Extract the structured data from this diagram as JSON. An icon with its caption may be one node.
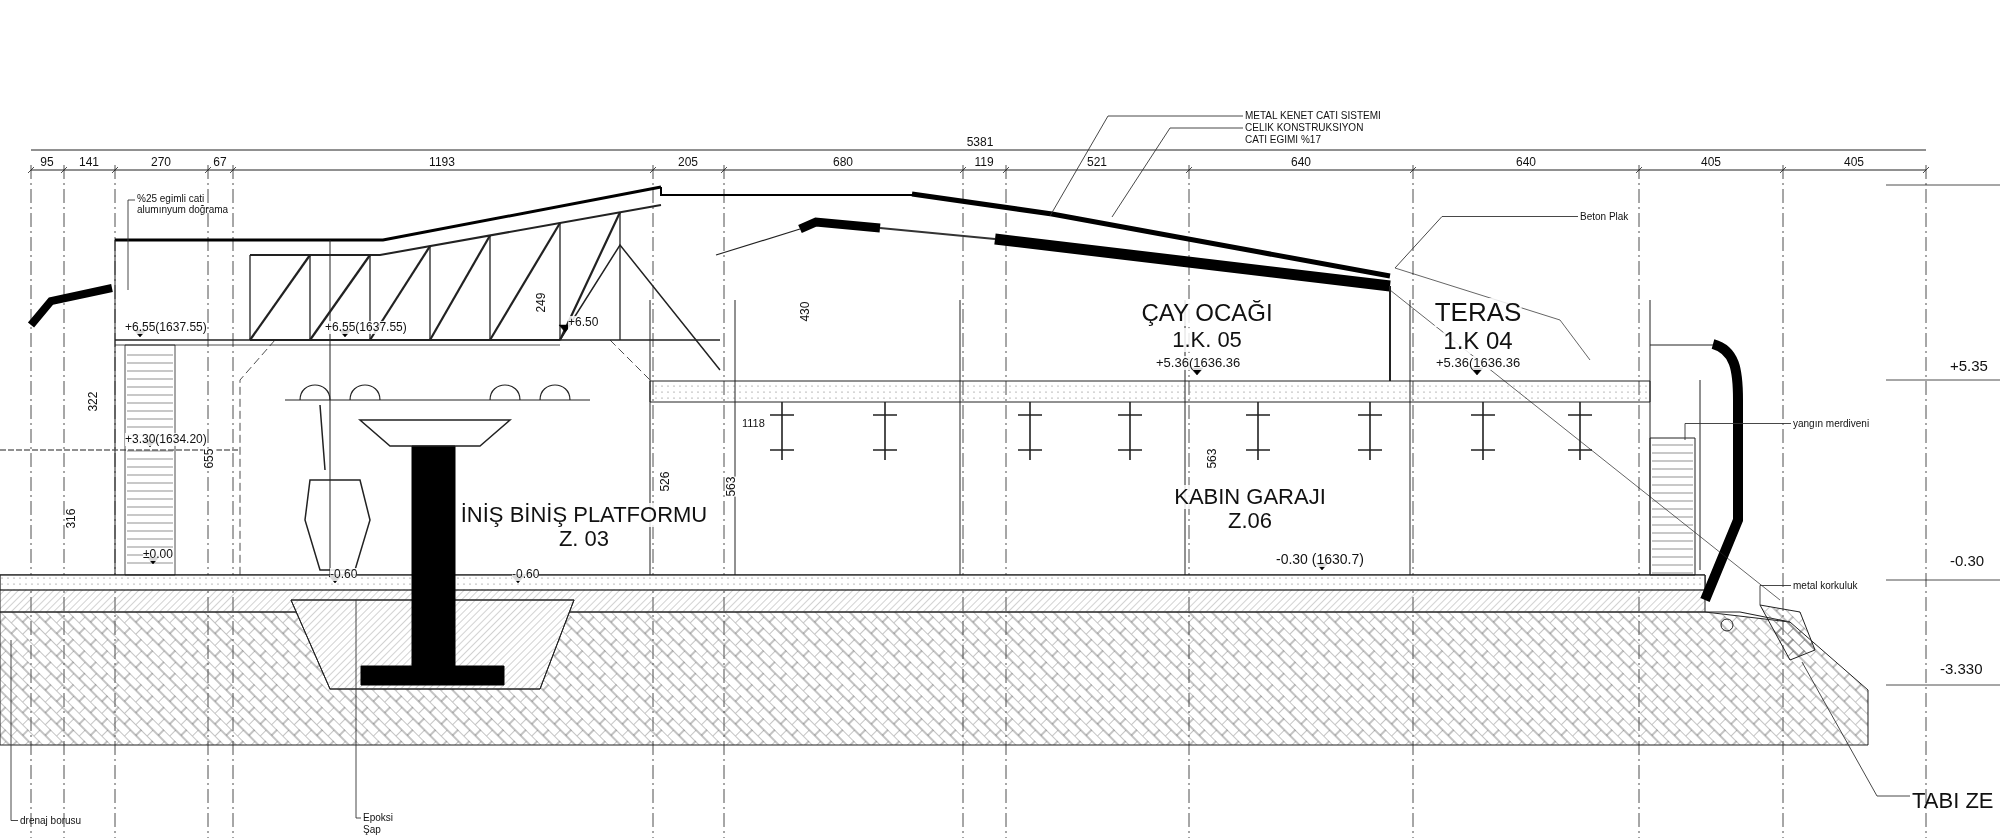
{
  "diagram": {
    "nodes": [
      {
        "text": [
          "%25 egimli cati alumınyum doğrama"
        ]
      },
      {
        "text": [
          "METAL KENET CATI SISTEMI",
          "CELIK KONSTRUKSIYON",
          "CATI EGIMI %17"
        ]
      },
      {
        "text": [
          "Beton Plak"
        ]
      },
      {
        "text": [
          "yangın merdiveni"
        ]
      },
      {
        "text": [
          "metal korkuluk"
        ]
      },
      {
        "text": [
          "drenaj borusu"
        ]
      },
      {
        "text": [
          "Epoksi",
          "Şap"
        ]
      },
      {
        "text": [
          "TABI ZE"
        ]
      }
    ],
    "edges": [
      {
        "from": 0,
        "to": null,
        "arrow": "none"
      },
      {
        "from": 1,
        "to": null,
        "arrow": "none"
      },
      {
        "from": 1,
        "to": null,
        "arrow": "none"
      },
      {
        "from": 2,
        "to": null,
        "arrow": "none"
      },
      {
        "from": 3,
        "to": null,
        "arrow": "none"
      },
      {
        "from": 4,
        "to": null,
        "arrow": "none"
      },
      {
        "from": 5,
        "to": null,
        "arrow": "none"
      },
      {
        "from": 6,
        "to": null,
        "arrow": "none"
      },
      {
        "from": 7,
        "to": null,
        "arrow": "none"
      }
    ],
    "labels": [
      "5381",
      "95",
      "141",
      "270",
      "67",
      "1193",
      "205",
      "680",
      "119",
      "521",
      "640",
      "640",
      "405",
      "405",
      "249",
      "430",
      "ÇAY OCAĞI",
      "1.K. 05",
      "TERAS",
      "1.K 04",
      "+6.55(1637.55)",
      "+6.55(1637.55)",
      "+6.50",
      "+5.36(1636.36",
      "+5.36(1636.36",
      "+5.35",
      "322",
      "1118",
      "+3.30(1634.20)",
      "655",
      "526",
      "563",
      "563",
      "KABIN GARAJI",
      "Z.06",
      "İNİŞ BİNİŞ PLATFORMU",
      "Z. 03",
      "316",
      "±0.00",
      "-0.30 (1630.7)",
      "-0.30",
      "-0.60",
      "-0.60",
      "-3.330"
    ]
  }
}
